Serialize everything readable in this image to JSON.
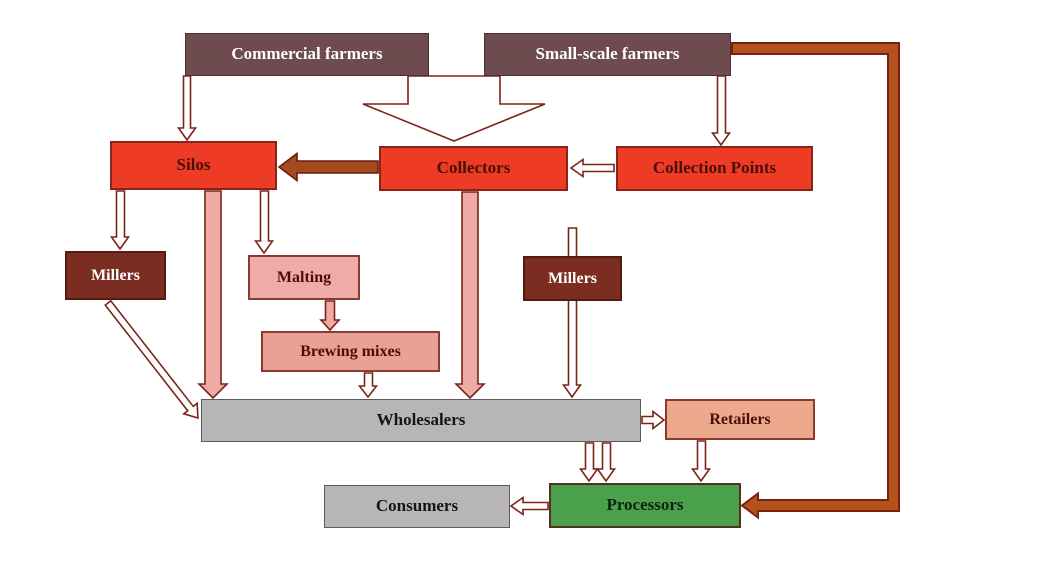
{
  "diagram": {
    "type": "flow-diagram",
    "background": "#ffffff",
    "nodes": {
      "commercial_farmers": {
        "label": "Commercial farmers",
        "color": "#6d4b4e"
      },
      "small_scale_farmers": {
        "label": "Small-scale farmers",
        "color": "#6d4b4e"
      },
      "silos": {
        "label": "Silos",
        "color": "#ee3b26"
      },
      "collectors": {
        "label": "Collectors",
        "color": "#ee3b26"
      },
      "collection_points": {
        "label": "Collection Points",
        "color": "#ee3b26"
      },
      "millers_left": {
        "label": "Millers",
        "color": "#7c2d21"
      },
      "malting": {
        "label": "Malting",
        "color": "#efaca6"
      },
      "millers_right": {
        "label": "Millers",
        "color": "#7c2d21"
      },
      "brewing_mixes": {
        "label": "Brewing mixes",
        "color": "#e9a196"
      },
      "wholesalers": {
        "label": "Wholesalers",
        "color": "#b7b5b6"
      },
      "retailers": {
        "label": "Retailers",
        "color": "#eda98d"
      },
      "consumers": {
        "label": "Consumers",
        "color": "#b7b5b6"
      },
      "processors": {
        "label": "Processors",
        "color": "#4ba04b"
      }
    },
    "edges": [
      {
        "from": "Commercial farmers",
        "to": "Silos",
        "style": "hollow"
      },
      {
        "from": "Commercial farmers / Small-scale farmers",
        "to": "Collectors",
        "style": "hollow-wide"
      },
      {
        "from": "Small-scale farmers",
        "to": "Collection Points",
        "style": "hollow"
      },
      {
        "from": "Collection Points",
        "to": "Collectors",
        "style": "hollow"
      },
      {
        "from": "Collectors",
        "to": "Silos",
        "style": "solid-rust"
      },
      {
        "from": "Silos",
        "to": "Millers",
        "style": "hollow"
      },
      {
        "from": "Silos",
        "to": "Malting",
        "style": "hollow"
      },
      {
        "from": "Silos",
        "to": "Wholesalers",
        "style": "solid-pink"
      },
      {
        "from": "Malting",
        "to": "Brewing mixes",
        "style": "solid-pink"
      },
      {
        "from": "Brewing mixes",
        "to": "Wholesalers",
        "style": "hollow"
      },
      {
        "from": "Collectors",
        "to": "Wholesalers",
        "style": "solid-pink"
      },
      {
        "from": "Millers (right)",
        "to": "Wholesalers",
        "style": "hollow"
      },
      {
        "from": "Millers (left)",
        "to": "Wholesalers",
        "style": "hollow-diagonal"
      },
      {
        "from": "Wholesalers",
        "to": "Retailers",
        "style": "hollow"
      },
      {
        "from": "Wholesalers",
        "to": "Processors",
        "style": "hollow-double"
      },
      {
        "from": "Retailers",
        "to": "Processors",
        "style": "hollow"
      },
      {
        "from": "Processors",
        "to": "Consumers",
        "style": "hollow"
      },
      {
        "from": "Small-scale farmers",
        "to": "Processors",
        "style": "solid-rust-route"
      }
    ],
    "arrow_colors": {
      "hollow_outline": "#7b2417",
      "pink_fill": "#eeaaa5",
      "rust_fill": "#b4521c"
    }
  }
}
